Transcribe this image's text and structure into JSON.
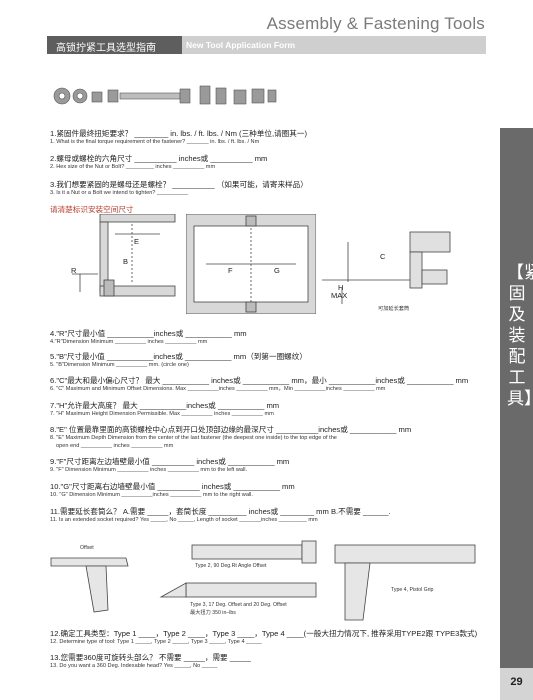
{
  "header": {
    "title": "Assembly & Fastening Tools",
    "bar_cn": "高锁拧紧工具选型指南",
    "bar_en": "New Tool Application Form"
  },
  "sidebar": {
    "text": "【紧固及装配工具】",
    "page": "29"
  },
  "questions": [
    {
      "cn": "1.紧固件最终扭矩要求？ ________ in. lbs. / ft. lbs. / Nm (三种单位,请圈其一)",
      "en": "1. What is the final torque requirement of the fastener? _______ in. lbs. / ft. lbs. / Nm"
    },
    {
      "cn": "2.螺母或螺栓的六角尺寸 __________ inches或 __________ mm",
      "en": "2. Hex size of the Nut or Bolt? _________ inches __________ mm"
    },
    {
      "cn": "3.我们想要紧固的是螺母还是螺栓？ __________ （如果可能，请寄来样品）",
      "en": "3. Is it a Nut or a Bolt we intend to tighten? __________"
    }
  ],
  "diagram_note": "请清楚标识安装空间尺寸",
  "diagram_labels": {
    "e": "E",
    "b": "B",
    "r": "R",
    "f": "F",
    "g": "G",
    "c": "C",
    "h": "H",
    "max": "MAX",
    "ext_socket": "可加延长套筒"
  },
  "questions2": [
    {
      "cn": "4.\"R\"尺寸最小值 ___________inches或 ___________ mm",
      "en": "4.\"R\"Dimension Minimum __________ inches __________ mm"
    },
    {
      "cn": "5.\"B\"尺寸最小值 ___________inches或 ___________ mm（到第一圈螺纹）",
      "en": "5. \"B\"Dimension Minimum __________ mm. (circle one)"
    },
    {
      "cn": "6.\"C\"最大和最小偏心尺寸？ 最大 ___________ inches或 ___________ mm，最小 ___________inches或 ___________ mm",
      "en": "6. \"C\" Maximum and Minimum Offset Dimensions. Max __________inches __________ mm，Min __________inches __________ mm"
    },
    {
      "cn": "7.\"H\"允许最大高度？ 最大 ___________inches或 ___________ mm",
      "en": "7. \"H\" Maximum Height Dimension Permissible. Max __________ inches __________ mm"
    },
    {
      "cn": "8.\"E\" 位置最靠里面的高锁螺栓中心点到开口处顶部边缘的最深尺寸 __________inches或 ___________ mm",
      "en": "8. \"E\" Maximum Depth Dimension from the center of the last fastener (the deepest one inside) to the top edge of the",
      "en2": "open end __________ inches __________ mm"
    },
    {
      "cn": "9.\"F\"尺寸距离左边墙壁最小值 __________ inches或 ___________ mm",
      "en": "9. \"F\" Dimension Minimum __________ inches __________ mm to the left wall."
    },
    {
      "cn": "10.\"G\"尺寸距离右边墙壁最小值 __________ inches或 ___________ mm",
      "en": "10. \"G\" Dimension Minimum __________inches __________ mm to the right wall."
    },
    {
      "cn": "11.需要延长套筒么？ A.需要 _____，套筒长度 _________ inches或 ________ mm    B.不需要 ______.",
      "en": "11. Is an extended socket required? Yes _____, No _____, Length of socket _______inches _________ mm"
    }
  ],
  "tool_labels": {
    "offset": "Offset",
    "type2": "Type 2, 90 Deg.Rt Angle Offset",
    "type3": "Type 3, 17 Deg. Offset and 20 Deg. Offset",
    "type3_cn": "最大扭力 350 in–lbs",
    "type4": "Type 4, Pistol Grip"
  },
  "questions3": [
    {
      "cn": "12.确定工具类型：Type 1 ____，Type 2 ____，Type 3 ____，Type 4 ____(一般大扭力情况下, 推荐采用TYPE2跟 TYPE3款式)",
      "en": "12. Determine type of tool: Type 1 _____, Type 2 _____, Type 3 _____, Type 4 _____"
    },
    {
      "cn": "13.您需要360度可旋转头部么？ 不需要 _____，需要 _____",
      "en": "13. Do you want a 360 Deg. Indexable head? Yes _____, No _____"
    }
  ],
  "colors": {
    "sidebar": "#6a6a6a",
    "bar_dark": "#5e5e5e",
    "bar_light": "#cfcfcf",
    "accent_red": "#c0392b"
  }
}
